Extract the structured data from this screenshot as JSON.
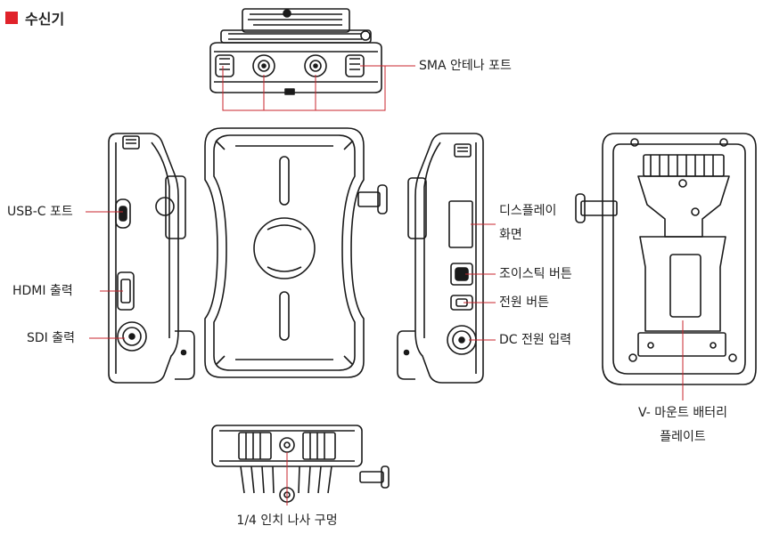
{
  "section": {
    "title": "수신기",
    "marker_color": "#e0222a"
  },
  "labels": {
    "sma": "SMA 안테나 포트",
    "usbc": "USB-C 포트",
    "hdmi": "HDMI 출력",
    "sdi": "SDI 출력",
    "display_1": "디스플레이",
    "display_2": "화면",
    "joystick": "조이스틱 버튼",
    "power": "전원 버튼",
    "dc": "DC 전원 입력",
    "vmount_1": "V- 마운트 배터리",
    "vmount_2": "플레이트",
    "screw": "1/4 인치 나사 구멍"
  },
  "icons": [
    "receiver-top-view",
    "receiver-left-side-view",
    "receiver-front-view",
    "receiver-right-side-view",
    "receiver-back-view",
    "receiver-bottom-view"
  ]
}
